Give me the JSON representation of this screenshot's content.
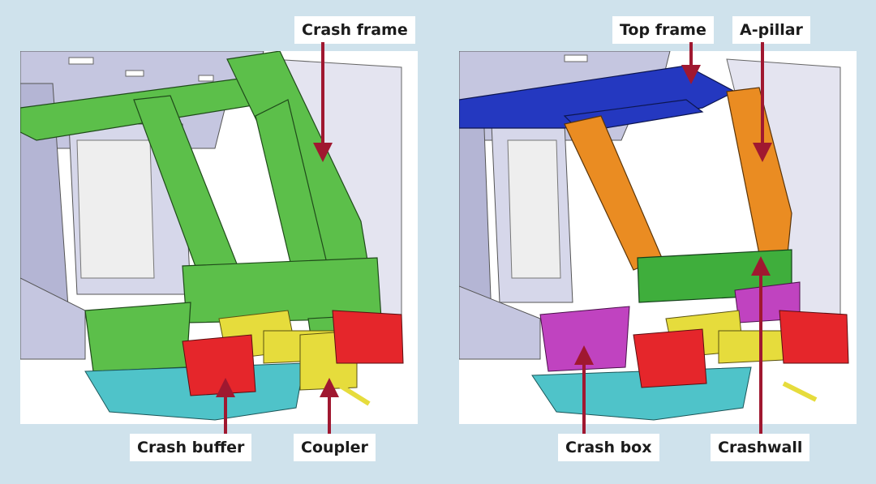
{
  "labels": {
    "crash_frame": "Crash frame",
    "crash_buffer": "Crash buffer",
    "coupler": "Coupler",
    "top_frame": "Top frame",
    "a_pillar": "A-pillar",
    "crash_box": "Crash box",
    "crashwall": "Crashwall"
  },
  "colors": {
    "background": "#cfe2ec",
    "arrow": "#a01830",
    "crash_frame": "#5cbf4a",
    "crash_buffer": "#e5262b",
    "coupler": "#e6dc3c",
    "skirt": "#4fc3c9",
    "top_frame": "#2438c0",
    "a_pillar": "#ea8c22",
    "crash_box": "#c043c0",
    "crashwall": "#3fae3c",
    "car_body": "#c5c6e0"
  }
}
